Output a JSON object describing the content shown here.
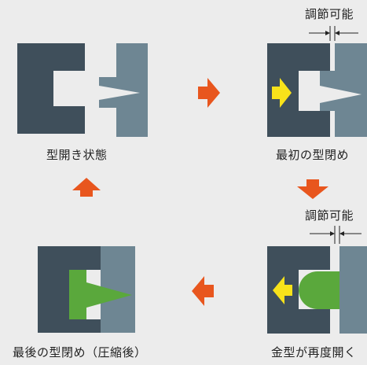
{
  "stages": {
    "open": "型開き状態",
    "first_close": "最初の型閉め",
    "reopen": "金型が再度開く",
    "final_close": "最後の型閉め（圧縮後）"
  },
  "adjust_label_top": "調節可能",
  "adjust_label_bottom": "調節可能",
  "colors": {
    "mold_dark": "#3f4f5b",
    "mold_light": "#6e8693",
    "arrow_orange": "#e8561e",
    "arrow_yellow": "#f8e21a",
    "material_green": "#5aa83c",
    "background": "#ececec"
  }
}
